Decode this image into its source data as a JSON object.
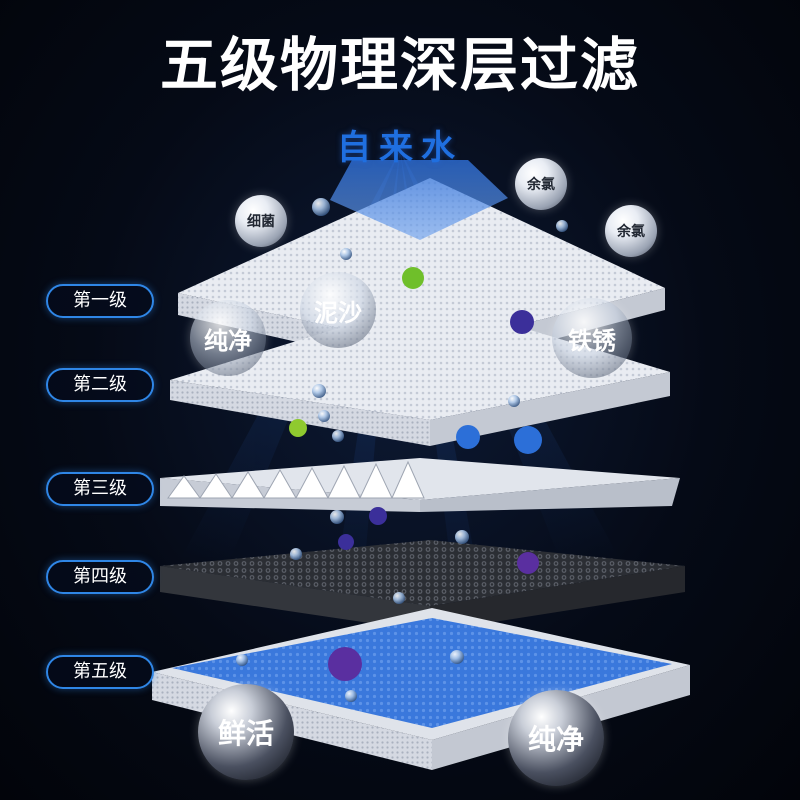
{
  "title": "五级物理深层过滤",
  "subtitle": "自来水",
  "levels": [
    "第一级",
    "第二级",
    "第三级",
    "第四级",
    "第五级"
  ],
  "contaminants": {
    "bacteria": "细菌",
    "chlorine_1": "余氯",
    "chlorine_2": "余氯",
    "sediment": "泥沙",
    "rust": "铁锈",
    "pure_1": "纯净",
    "fresh": "鲜活",
    "pure_2": "纯净"
  },
  "colors": {
    "level_border": "#2f86e6",
    "subtitle": "#1f6fe0",
    "layer_white": "#e7eaf0",
    "layer_dark": "#3a3d44",
    "layer_blue": "#2f6fd6"
  }
}
